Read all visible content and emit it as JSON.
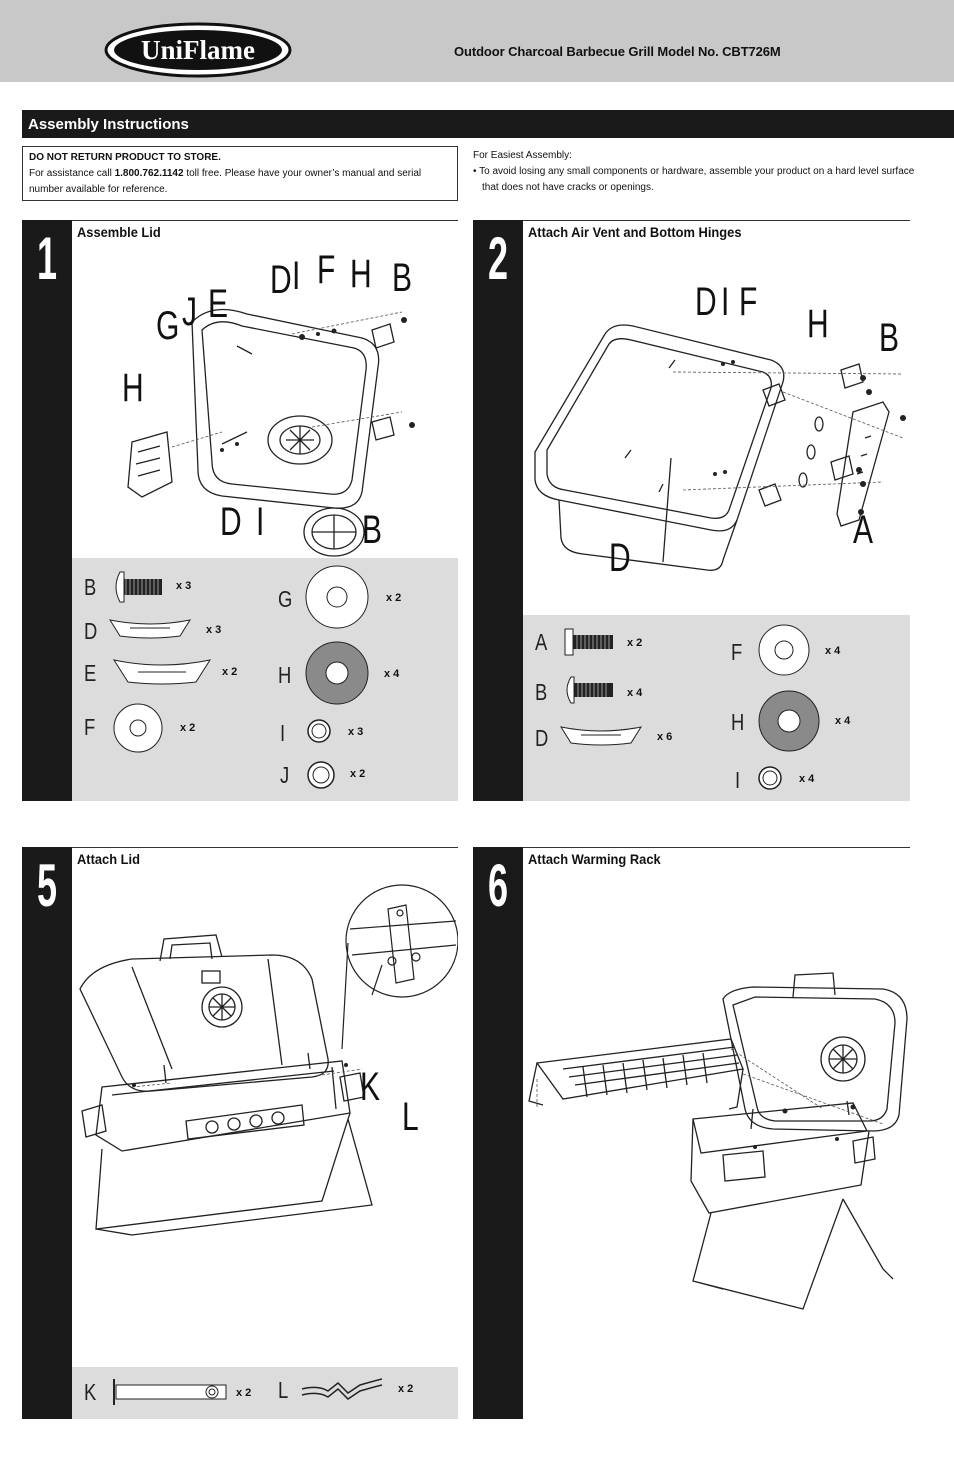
{
  "header": {
    "brand": "UniFlame",
    "model_line": "Outdoor Charcoal Barbecue Grill  Model No. CBT726M"
  },
  "section": {
    "title": "Assembly Instructions"
  },
  "warning": {
    "headline": "DO NOT RETURN PRODUCT TO STORE.",
    "line_prefix": "For assistance call ",
    "phone": "1.800.762.1142",
    "line_suffix": " toll free. Please have your owner’s manual and serial number available for reference."
  },
  "easy_assembly": {
    "heading": "For Easiest Assembly:",
    "bullet": "• To avoid losing any small components or hardware, assemble your product on a hard level surface that does not have cracks or openings."
  },
  "steps": [
    {
      "number": "1",
      "title": "Assemble Lid",
      "callouts": [
        "D",
        "I",
        "F",
        "H",
        "B",
        "G",
        "J",
        "E",
        "H",
        "D",
        "I",
        "B"
      ],
      "parts": [
        {
          "label": "B",
          "qty": "x 3"
        },
        {
          "label": "D",
          "qty": "x 3"
        },
        {
          "label": "E",
          "qty": "x 2"
        },
        {
          "label": "F",
          "qty": "x 2"
        },
        {
          "label": "G",
          "qty": "x 2"
        },
        {
          "label": "H",
          "qty": "x 4"
        },
        {
          "label": "I",
          "qty": "x 3"
        },
        {
          "label": "J",
          "qty": "x 2"
        }
      ]
    },
    {
      "number": "2",
      "title": "Attach Air Vent and Bottom Hinges",
      "callouts": [
        "D",
        "I",
        "F",
        "H",
        "B",
        "A",
        "D"
      ],
      "parts": [
        {
          "label": "A",
          "qty": "x 2"
        },
        {
          "label": "B",
          "qty": "x 4"
        },
        {
          "label": "D",
          "qty": "x 6"
        },
        {
          "label": "F",
          "qty": "x 4"
        },
        {
          "label": "H",
          "qty": "x 4"
        },
        {
          "label": "I",
          "qty": "x 4"
        }
      ]
    },
    {
      "number": "5",
      "title": "Attach Lid",
      "callouts": [
        "K",
        "L"
      ],
      "parts": [
        {
          "label": "K",
          "qty": "x 2"
        },
        {
          "label": "L",
          "qty": "x 2"
        }
      ]
    },
    {
      "number": "6",
      "title": "Attach Warming Rack",
      "callouts": [],
      "parts": []
    }
  ],
  "colors": {
    "header_bg": "#c8c8c8",
    "bar_bg": "#1a1a1a",
    "parts_bg": "#dcdcdc"
  }
}
